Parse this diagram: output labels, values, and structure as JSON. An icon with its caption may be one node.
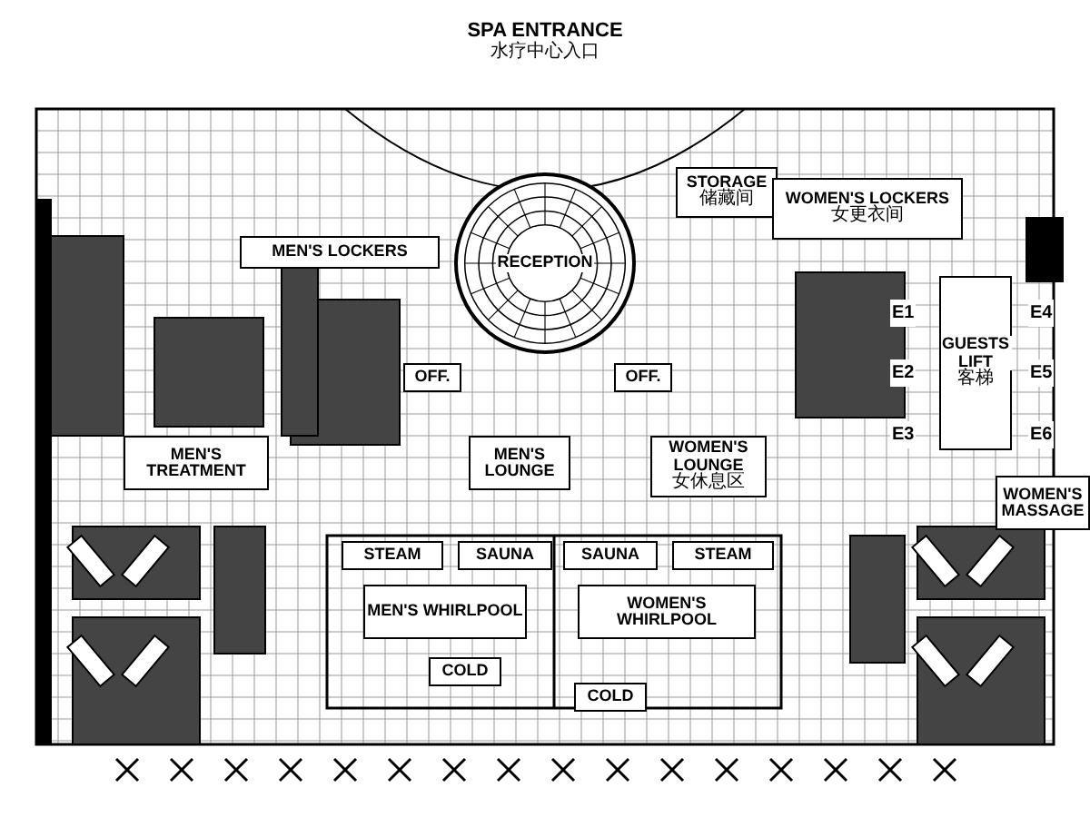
{
  "diagram": {
    "nodes": [
      {
        "text": [
          "SPA ENTRANCE",
          "水疗中心入口"
        ]
      },
      {
        "text": [
          "STORAGE",
          "储藏间"
        ]
      },
      {
        "text": [
          "MEN'S LOCKERS"
        ]
      },
      {
        "text": [
          "RECEPTION"
        ]
      },
      {
        "text": [
          "WOMEN'S LOCKERS",
          "女更衣间"
        ]
      },
      {
        "text": [
          "OFF."
        ]
      },
      {
        "text": [
          "OFF."
        ]
      },
      {
        "text": [
          "GUESTS LIFT",
          "客梯"
        ]
      },
      {
        "text": [
          "MEN'S TREATMENT"
        ]
      },
      {
        "text": [
          "MEN'S LOUNGE"
        ]
      },
      {
        "text": [
          "WOMEN'S LOUNGE",
          "女休息区"
        ]
      },
      {
        "text": [
          "WOMEN'S MASSAGE"
        ]
      },
      {
        "text": [
          "STEAM"
        ]
      },
      {
        "text": [
          "SAUNA"
        ]
      },
      {
        "text": [
          "SAUNA"
        ]
      },
      {
        "text": [
          "STEAM"
        ]
      },
      {
        "text": [
          "MEN'S WHIRLPOOL"
        ]
      },
      {
        "text": [
          "WOMEN'S WHIRLPOOL"
        ]
      },
      {
        "text": [
          "COLD"
        ]
      },
      {
        "text": [
          "COLD"
        ]
      }
    ],
    "labels": [
      "E1",
      "E2",
      "E3",
      "E4",
      "E5",
      "E6"
    ]
  }
}
